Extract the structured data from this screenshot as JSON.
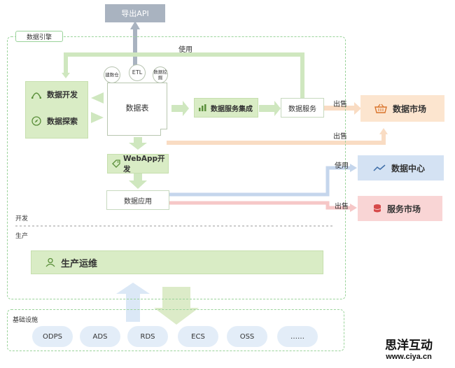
{
  "export_api": "导出API",
  "use_top": "使用",
  "data_engine": "数据引擎",
  "data_dev": "数据开发",
  "data_explore": "数据探索",
  "bulbs": [
    "建数仓",
    "ETL",
    "数据挖掘"
  ],
  "data_table": "数据表",
  "data_service_integration": "数据服务集成",
  "data_service": "数据服务",
  "sell_1": "出售",
  "sell_2": "出售",
  "data_market": "数据市场",
  "webapp_dev": "WebApp开发",
  "use_mid": "使用",
  "data_center": "数据中心",
  "data_app": "数据应用",
  "sell_3": "出售",
  "service_market": "服务市场",
  "dev": "开发",
  "prod": "生产",
  "prod_ops": "生产运维",
  "infra": "基础设施",
  "clouds": [
    "ODPS",
    "ADS",
    "RDS",
    "ECS",
    "OSS",
    "……"
  ],
  "watermark_title": "思洋互动",
  "watermark_url": "www.ciya.cn",
  "colors": {
    "green": "#8dc96f",
    "orange": "#f7c9a3",
    "blue": "#a9c3e3",
    "red": "#f3b1b1"
  }
}
